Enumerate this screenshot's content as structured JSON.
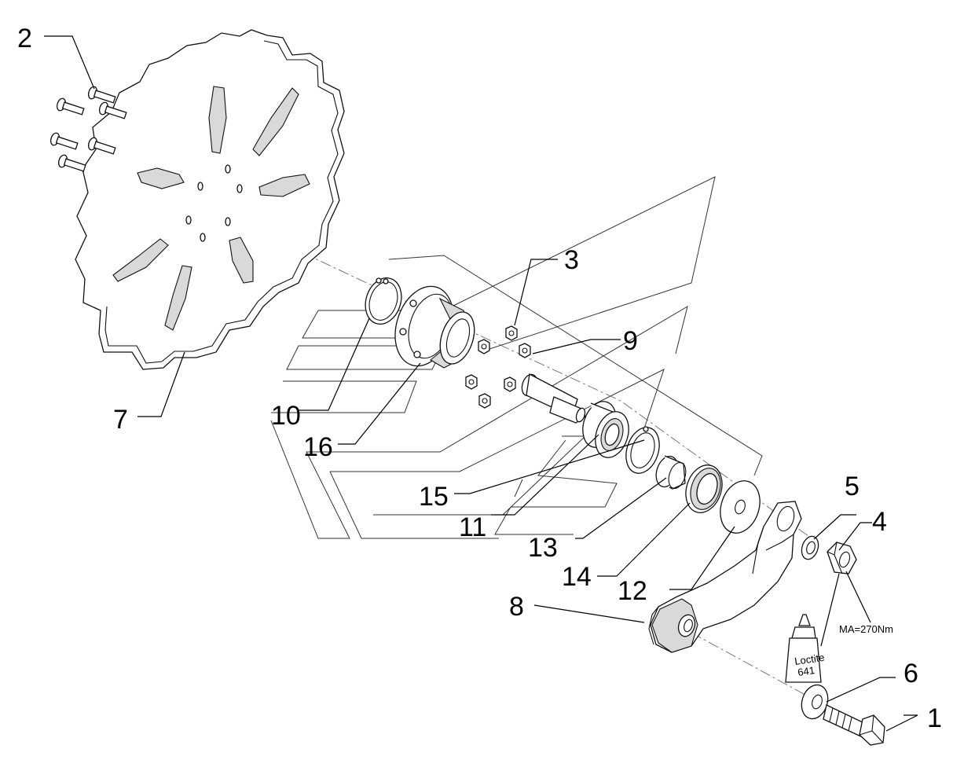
{
  "callouts": {
    "c1": "1",
    "c2": "2",
    "c3": "3",
    "c4": "4",
    "c5": "5",
    "c6": "6",
    "c7": "7",
    "c8": "8",
    "c9": "9",
    "c10": "10",
    "c11": "11",
    "c12": "12",
    "c13": "13",
    "c14": "14",
    "c15": "15",
    "c16": "16"
  },
  "torque_note": "MA=270Nm",
  "adhesive_label": {
    "line1": "Loctite",
    "line2": "641"
  }
}
